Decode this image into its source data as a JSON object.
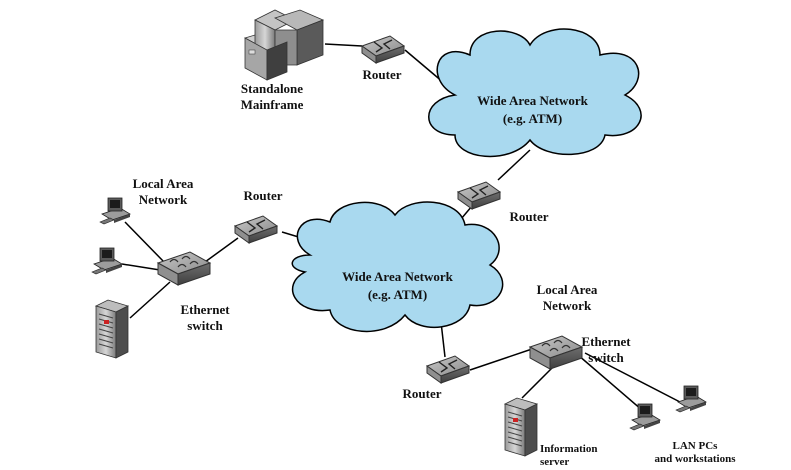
{
  "diagram": {
    "nodes": {
      "mainframe": {
        "line1": "Standalone",
        "line2": "Mainframe"
      },
      "router_top": {
        "label": "Router"
      },
      "wan_top": {
        "line1": "Wide Area Network",
        "line2": "(e.g. ATM)"
      },
      "router_right": {
        "label": "Router"
      },
      "lan_left": {
        "line1": "Local Area",
        "line2": "Network"
      },
      "router_left": {
        "label": "Router"
      },
      "switch_left": {
        "line1": "Ethernet",
        "line2": "switch"
      },
      "wan_center": {
        "line1": "Wide Area Network",
        "line2": "(e.g. ATM)"
      },
      "router_bottom": {
        "label": "Router"
      },
      "lan_right": {
        "line1": "Local Area",
        "line2": "Network"
      },
      "switch_right": {
        "line1": "Ethernet",
        "line2": "switch"
      },
      "info_server": {
        "line1": "Information",
        "line2": "server"
      },
      "lan_pcs": {
        "line1": "LAN PCs",
        "line2": "and workstations"
      }
    },
    "colors": {
      "cloud_fill": "#a9d9ef",
      "device_gray": "#8c8c8c",
      "line": "#000000"
    }
  }
}
